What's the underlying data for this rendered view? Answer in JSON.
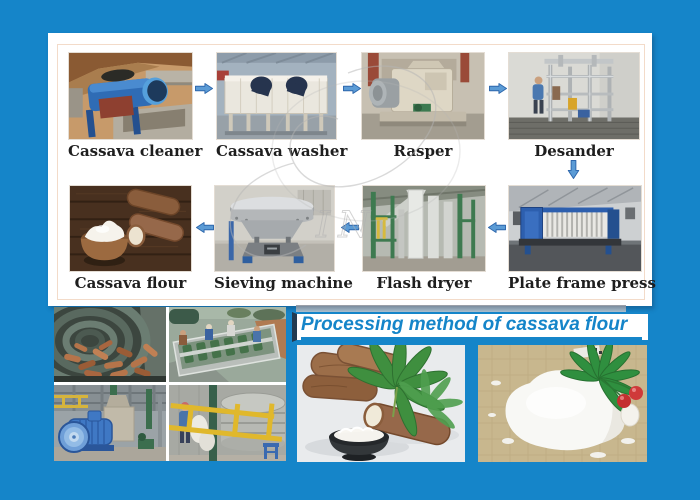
{
  "banner": {
    "title": "Processing method of cassava flour"
  },
  "flowchart": {
    "steps": [
      {
        "id": "cassava-cleaner",
        "label": "Cassava cleaner"
      },
      {
        "id": "cassava-washer",
        "label": "Cassava washer"
      },
      {
        "id": "rasper",
        "label": "Rasper"
      },
      {
        "id": "desander",
        "label": "Desander"
      },
      {
        "id": "cassava-flour",
        "label": "Cassava flour"
      },
      {
        "id": "sieving-machine",
        "label": "Sieving machine"
      },
      {
        "id": "flash-dryer",
        "label": "Flash dryer"
      },
      {
        "id": "plate-frame-press",
        "label": "Plate frame press"
      }
    ]
  },
  "icons": {
    "flow_arrow_right": "➡",
    "flow_arrow_left": "⬅",
    "flow_arrow_down": "⬇"
  },
  "colors": {
    "frame_blue": "#1585c9",
    "title_blue": "#1585c9",
    "arrow_fill": "#5b9bd5",
    "arrow_outline": "#2d66ab",
    "panel_inner_border": "#f3dbc9",
    "label_text": "#1e1e1e"
  },
  "watermark": {
    "text": "IN"
  }
}
